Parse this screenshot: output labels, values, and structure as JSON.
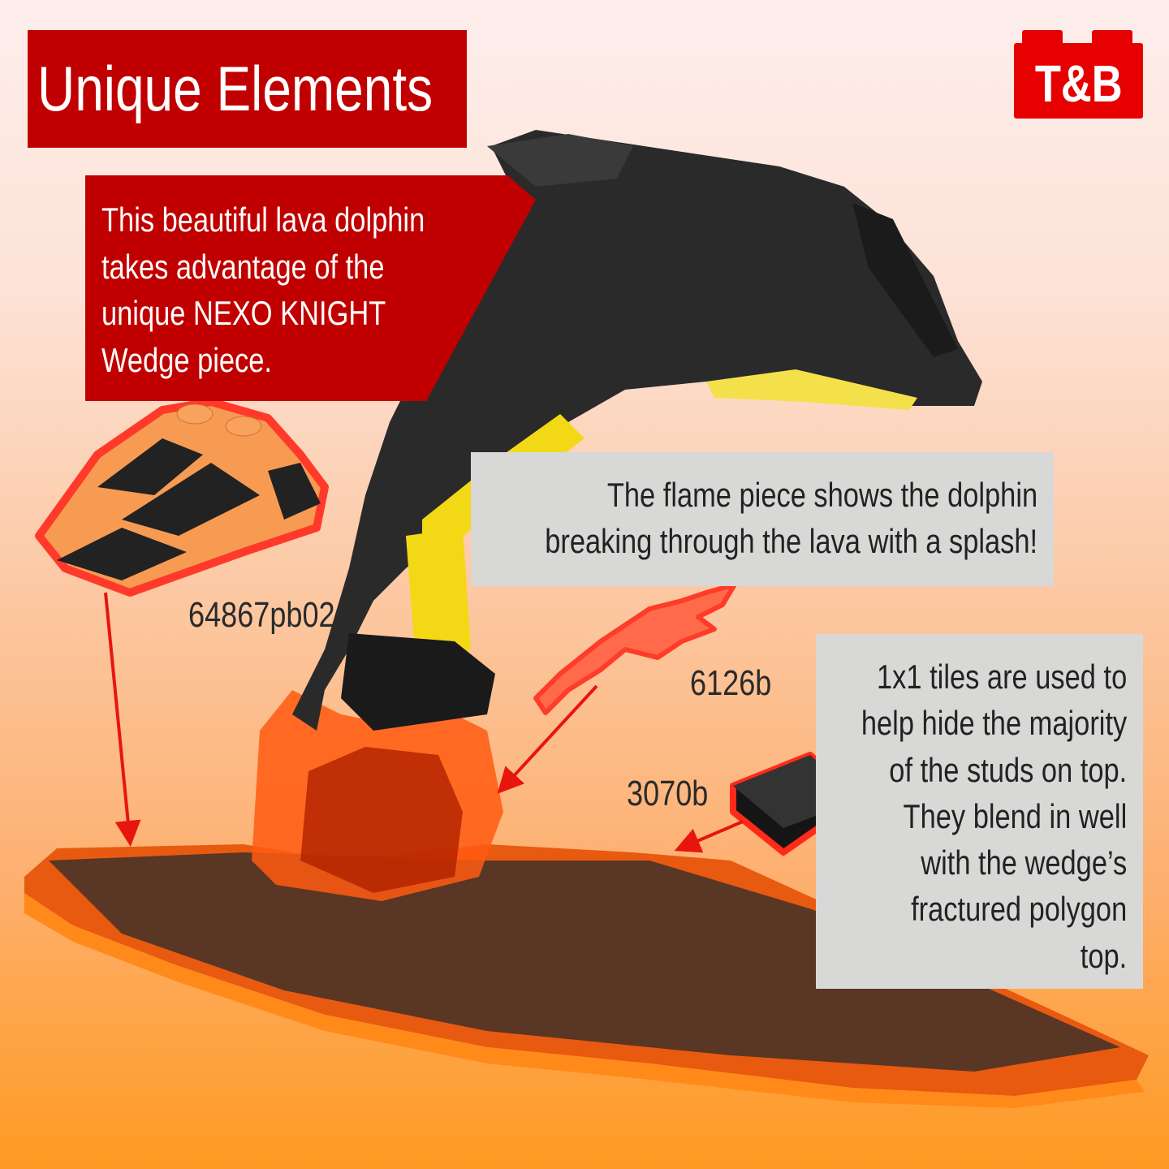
{
  "title": "Unique Elements",
  "logo": {
    "text": "T&B"
  },
  "callouts": {
    "wedge": [
      "This beautiful lava dolphin",
      "takes advantage of the",
      "unique NEXO KNIGHT",
      "Wedge piece."
    ],
    "flame": [
      "The flame piece shows the dolphin",
      "breaking through the lava with a splash!"
    ],
    "tiles": [
      "1x1 tiles are used to",
      "help hide the majority",
      "of the studs on top.",
      "They blend in well",
      "with the wedge’s",
      "fractured polygon",
      "top."
    ]
  },
  "part_labels": {
    "wedge": "64867pb02",
    "flame": "6126b",
    "tile": "3070b"
  },
  "colors": {
    "title_red": "#c00000",
    "logo_red": "#e60000",
    "callout_gray": "#d8d8d6",
    "arrow_red": "#e8150f"
  }
}
